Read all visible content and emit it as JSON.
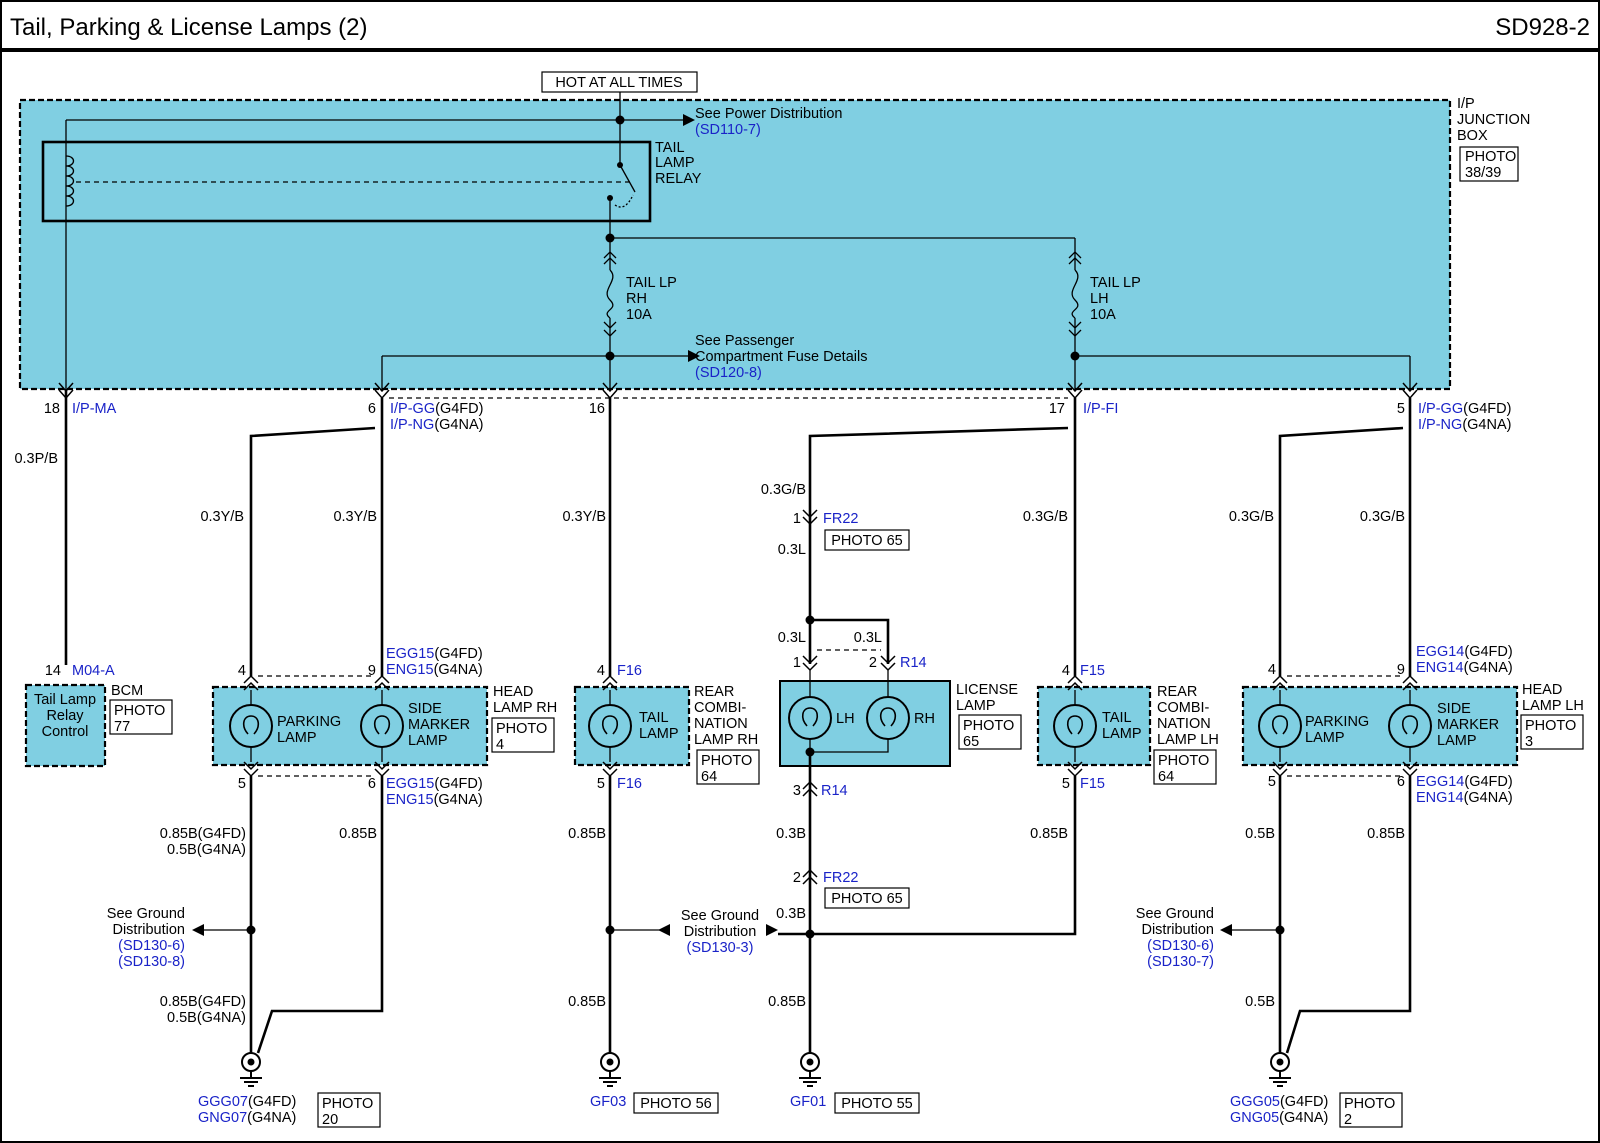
{
  "header": {
    "title": "Tail, Parking & License Lamps (2)",
    "code": "SD928-2"
  },
  "junction_box": {
    "name": [
      "I/P",
      "JUNCTION",
      "BOX"
    ],
    "photo": [
      "PHOTO",
      "38/39"
    ],
    "hot_label": "HOT AT ALL TIMES",
    "power_ref": "See Power Distribution",
    "power_ref_code": "(SD110-7)",
    "relay": [
      "TAIL",
      "LAMP",
      "RELAY"
    ],
    "fuse_rh": [
      "TAIL LP",
      "RH",
      "10A"
    ],
    "fuse_lh": [
      "TAIL LP",
      "LH",
      "10A"
    ],
    "pass_ref": [
      "See Passenger",
      "Compartment Fuse Details"
    ],
    "pass_ref_code": "(SD120-8)"
  },
  "pins": {
    "p18": "18",
    "p18_name": "I/P-MA",
    "p6": "6",
    "p6_name1": "I/P-GG",
    "p6_sfx1": "(G4FD)",
    "p6_name2": "I/P-NG",
    "p6_sfx2": "(G4NA)",
    "p16": "16",
    "p17": "17",
    "p17_name": "I/P-FI",
    "p5": "5",
    "p5_name1": "I/P-GG",
    "p5_sfx1": "(G4FD)",
    "p5_name2": "I/P-NG",
    "p5_sfx2": "(G4NA)"
  },
  "wires": {
    "w_pb": "0.3P/B",
    "w_yb1": "0.3Y/B",
    "w_yb2": "0.3Y/B",
    "w_yb3": "0.3Y/B",
    "w_gb_lic": "0.3G/B",
    "w_gb_tl": "0.3G/B",
    "w_gb_hl1": "0.3G/B",
    "w_gb_hl2": "0.3G/B",
    "w_03l_a": "0.3L",
    "w_03l_b": "0.3L",
    "w_03l_c": "0.3L",
    "w_085b_g4fd": "0.85B(G4FD)",
    "w_05b_g4na": "0.5B(G4NA)",
    "w_085b_side": "0.85B",
    "w_085b_tail": "0.85B",
    "w_03b": "0.3B",
    "w_03b_2": "0.3B",
    "w_085b_tl_lh": "0.85B",
    "w_05b_hl_lh": "0.5B",
    "w_085b_side_lh": "0.85B",
    "w_085b_g4fd_2": "0.85B(G4FD)",
    "w_05b_g4na_2": "0.5B(G4NA)",
    "w_085b_tail2": "0.85B",
    "w_085b_lic2": "0.85B",
    "w_05b_hl_lh2": "0.5B"
  },
  "bcm": {
    "pin": "14",
    "conn": "M04-A",
    "label": [
      "Tail Lamp",
      "Relay",
      "Control"
    ],
    "name": "BCM",
    "photo": [
      "PHOTO",
      "77"
    ]
  },
  "head_lamp_rh": {
    "pin_top_l": "4",
    "pin_top_r": "9",
    "pin_bot_l": "5",
    "pin_bot_r": "6",
    "conn_top1": "EGG15",
    "conn_top1_sfx": "(G4FD)",
    "conn_top2": "ENG15",
    "conn_top2_sfx": "(G4NA)",
    "conn_bot1": "EGG15",
    "conn_bot1_sfx": "(G4FD)",
    "conn_bot2": "ENG15",
    "conn_bot2_sfx": "(G4NA)",
    "lamp1": [
      "PARKING",
      "LAMP"
    ],
    "lamp2": [
      "SIDE",
      "MARKER",
      "LAMP"
    ],
    "name": [
      "HEAD",
      "LAMP RH"
    ],
    "photo": [
      "PHOTO",
      "4"
    ]
  },
  "rear_combi_rh": {
    "pin_top": "4",
    "conn_top": "F16",
    "pin_bot": "5",
    "conn_bot": "F16",
    "lamp": [
      "TAIL",
      "LAMP"
    ],
    "name": [
      "REAR",
      "COMBI-",
      "NATION",
      "LAMP RH"
    ],
    "photo": [
      "PHOTO",
      "64"
    ]
  },
  "license": {
    "fr22_pin1": "1",
    "fr22": "FR22",
    "photo_a": "PHOTO 65",
    "pin1": "1",
    "pin2": "2",
    "conn": "R14",
    "lh": "LH",
    "rh": "RH",
    "name": [
      "LICENSE",
      "LAMP"
    ],
    "photo": [
      "PHOTO",
      "65"
    ],
    "pin3": "3",
    "conn_bot": "R14",
    "fr22_pin2": "2",
    "fr22_b": "FR22",
    "photo_b": "PHOTO 65"
  },
  "rear_combi_lh": {
    "pin_top": "4",
    "conn_top": "F15",
    "pin_bot": "5",
    "conn_bot": "F15",
    "lamp": [
      "TAIL",
      "LAMP"
    ],
    "name": [
      "REAR",
      "COMBI-",
      "NATION",
      "LAMP LH"
    ],
    "photo": [
      "PHOTO",
      "64"
    ]
  },
  "head_lamp_lh": {
    "pin_top_l": "4",
    "pin_top_r": "9",
    "pin_bot_l": "5",
    "pin_bot_r": "6",
    "conn_top1": "EGG14",
    "conn_top1_sfx": "(G4FD)",
    "conn_top2": "ENG14",
    "conn_top2_sfx": "(G4NA)",
    "conn_bot1": "EGG14",
    "conn_bot1_sfx": "(G4FD)",
    "conn_bot2": "ENG14",
    "conn_bot2_sfx": "(G4NA)",
    "lamp1": [
      "PARKING",
      "LAMP"
    ],
    "lamp2": [
      "SIDE",
      "MARKER",
      "LAMP"
    ],
    "name": [
      "HEAD",
      "LAMP LH"
    ],
    "photo": [
      "PHOTO",
      "3"
    ]
  },
  "ground_refs": {
    "left": [
      "See Ground",
      "Distribution"
    ],
    "left_codes": [
      "(SD130-6)",
      "(SD130-8)"
    ],
    "mid": [
      "See Ground",
      "Distribution"
    ],
    "mid_code": "(SD130-3)",
    "right": [
      "See Ground",
      "Distribution"
    ],
    "right_codes": [
      "(SD130-6)",
      "(SD130-7)"
    ]
  },
  "grounds": {
    "g1a": "GGG07",
    "g1a_sfx": "(G4FD)",
    "g1b": "GNG07",
    "g1b_sfx": "(G4NA)",
    "g1_photo": [
      "PHOTO",
      "20"
    ],
    "g2": "GF03",
    "g2_photo": "PHOTO 56",
    "g3": "GF01",
    "g3_photo": "PHOTO 55",
    "g4a": "GGG05",
    "g4a_sfx": "(G4FD)",
    "g4b": "GNG05",
    "g4b_sfx": "(G4NA)",
    "g4_photo": [
      "PHOTO",
      "2"
    ]
  },
  "colors": {
    "component_fill": "#80cfe2",
    "link_text": "#1a23c8",
    "wire": "#000000"
  }
}
